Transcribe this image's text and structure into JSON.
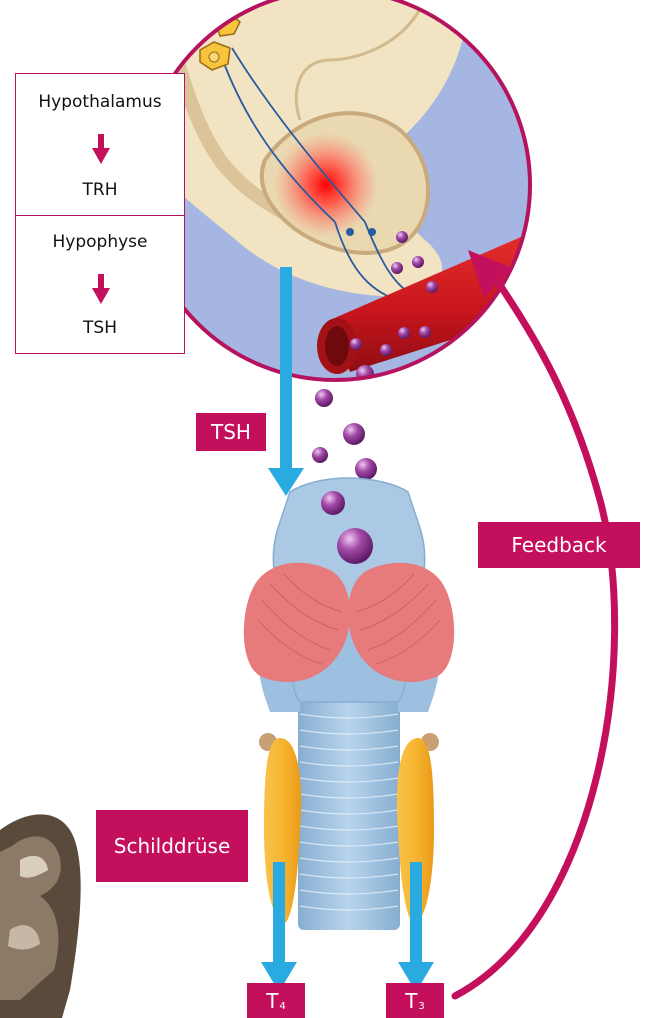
{
  "legend": {
    "hypothalamus": "Hypothalamus",
    "trh": "TRH",
    "hypophyse": "Hypophyse",
    "tsh": "TSH"
  },
  "labels": {
    "tsh": "TSH",
    "feedback": "Feedback",
    "schilddruese": "Schilddrüse",
    "t4_main": "T",
    "t4_sub": "4",
    "t3_main": "T",
    "t3_sub": "3"
  },
  "colors": {
    "accent": "#c4105c",
    "arrow_blue": "#29abe2",
    "vessel_red": "#c8151d",
    "hormone_purple": "#8a2d8f",
    "gland_orange": "#f5ae2c"
  }
}
